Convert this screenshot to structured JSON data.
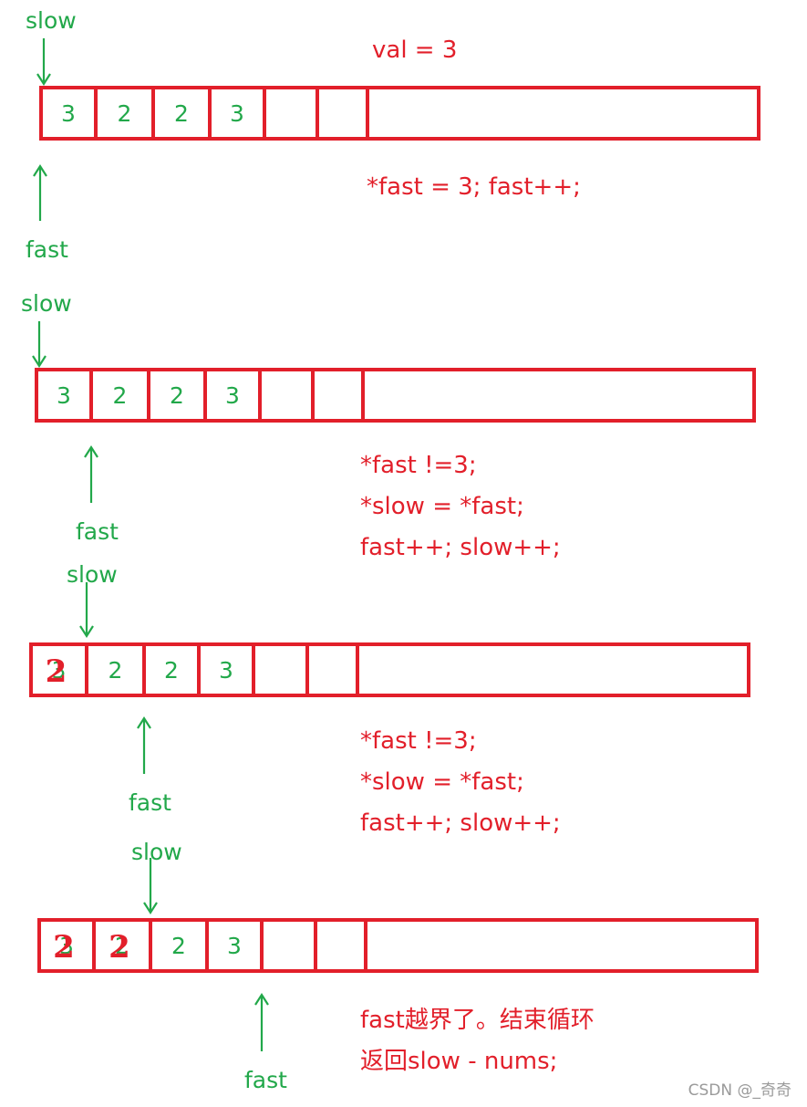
{
  "colors": {
    "box": "#e21f2a",
    "pointer": "#22a84a",
    "code": "#e21f2a",
    "watermark": "#9a9a9a"
  },
  "pointer_names": {
    "slow": "slow",
    "fast": "fast"
  },
  "steps": [
    {
      "cells": [
        "3",
        "2",
        "2",
        "3",
        "",
        ""
      ],
      "overwritten": [
        "",
        "",
        "",
        "",
        "",
        ""
      ],
      "header": "val = 3",
      "code": [
        "*fast = 3; fast++;"
      ]
    },
    {
      "cells": [
        "3",
        "2",
        "2",
        "3",
        "",
        ""
      ],
      "overwritten": [
        "",
        "",
        "",
        "",
        "",
        ""
      ],
      "header": "",
      "code": [
        "*fast !=3;",
        "*slow = *fast;",
        "fast++; slow++;"
      ]
    },
    {
      "cells": [
        "3",
        "2",
        "2",
        "3",
        "",
        ""
      ],
      "overwritten": [
        "2",
        "",
        "",
        "",
        "",
        ""
      ],
      "header": "",
      "code": [
        "*fast !=3;",
        "*slow = *fast;",
        "fast++; slow++;"
      ]
    },
    {
      "cells": [
        "3",
        "2",
        "2",
        "3",
        "",
        ""
      ],
      "overwritten": [
        "2",
        "2",
        "",
        "",
        "",
        ""
      ],
      "header": "",
      "code": [
        "fast越界了。结束循环",
        "返回slow - nums;"
      ]
    }
  ],
  "watermark": "CSDN @_奇奇"
}
